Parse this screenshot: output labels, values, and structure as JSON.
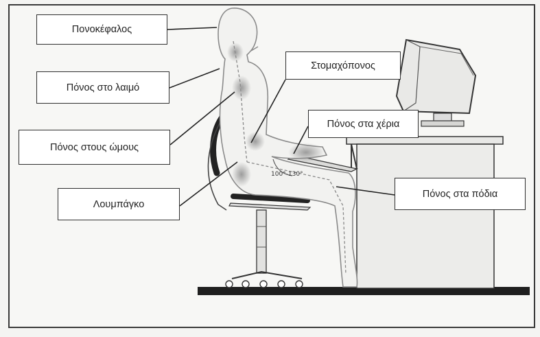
{
  "labels": {
    "headache": "Πονοκέφαλος",
    "neck_pain": "Πόνος στο λαιμό",
    "shoulder_pain": "Πόνος στους ώμους",
    "lumbago": "Λουμπάγκο",
    "stomach_ache": "Στομαχόπονος",
    "hand_pain": "Πόνος στα χέρια",
    "leg_pain": "Πόνος στα πόδια"
  },
  "angle_annotation": "100°-130°"
}
